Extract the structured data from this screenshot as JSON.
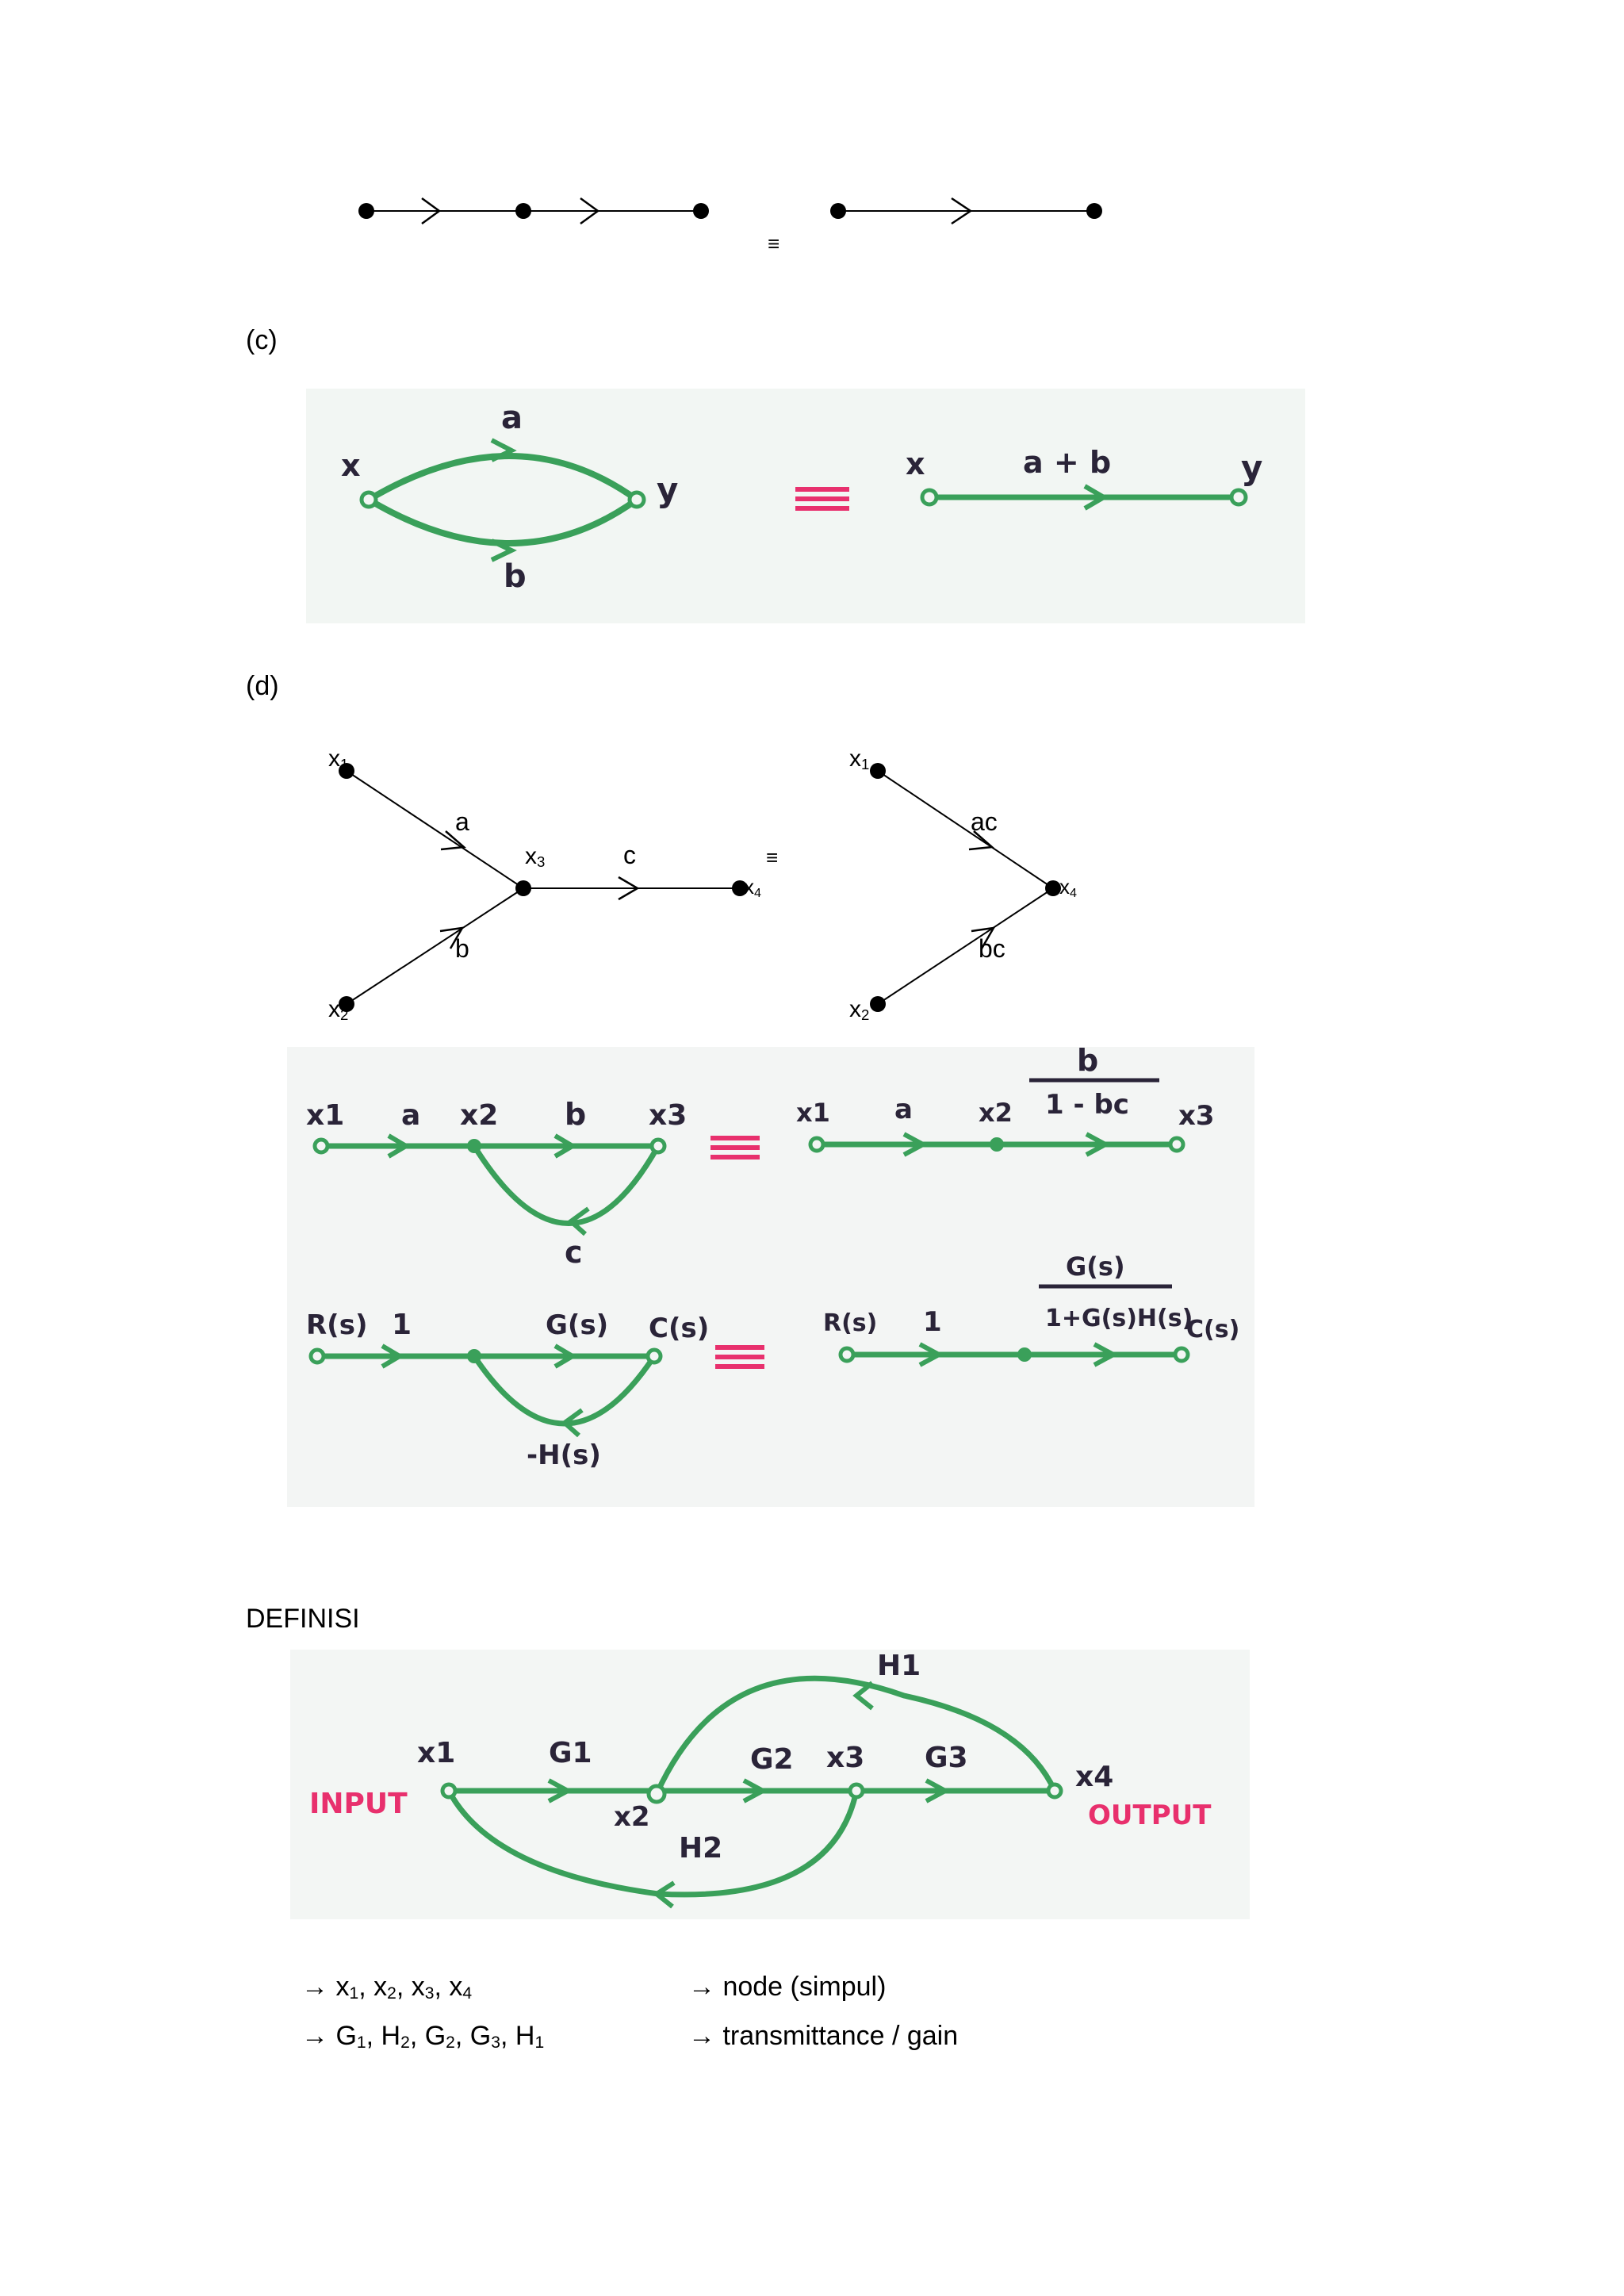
{
  "equiv_symbol": "≡",
  "section_c": {
    "label": "(c)",
    "node_x": "x",
    "gain_a": "a",
    "gain_b": "b",
    "node_y": "y",
    "combined_gain": "a + b"
  },
  "section_d": {
    "label": "(d)",
    "x1": "x1",
    "x2": "x2",
    "x3": "x3",
    "x4": "x4",
    "gain_a": "a",
    "gain_b": "b",
    "gain_c": "c",
    "gain_ac": "ac",
    "gain_bc": "bc"
  },
  "loop_example": {
    "x1": "x1",
    "x2": "x2",
    "x3": "x3",
    "gain_a": "a",
    "gain_b": "b",
    "gain_c": "c",
    "result_num": "b",
    "result_den": "1 - bc"
  },
  "feedback_example": {
    "input": "R(s)",
    "output": "C(s)",
    "gain_1": "1",
    "forward": "G(s)",
    "feedback": "-H(s)",
    "result_num": "G(s)",
    "result_den": "1+G(s)H(s)"
  },
  "definition": {
    "title": "DEFINISI",
    "input_label": "INPUT",
    "output_label": "OUTPUT",
    "x1": "x1",
    "x2": "x2",
    "x3": "x3",
    "x4": "x4",
    "g1": "G1",
    "g2": "G2",
    "g3": "G3",
    "h1": "H1",
    "h2": "H2"
  },
  "legend": {
    "nodes_prefix": "→ ",
    "nodes": [
      "x",
      "1",
      ", x",
      "2",
      ", x",
      "3",
      ", x",
      "4"
    ],
    "nodes_meaning": "→ node (simpul)",
    "gains": [
      "G",
      "1",
      ", H",
      "2",
      ", G",
      "2",
      ", G",
      "3",
      ", H",
      "1"
    ],
    "gains_meaning": "→ transmittance / gain"
  }
}
